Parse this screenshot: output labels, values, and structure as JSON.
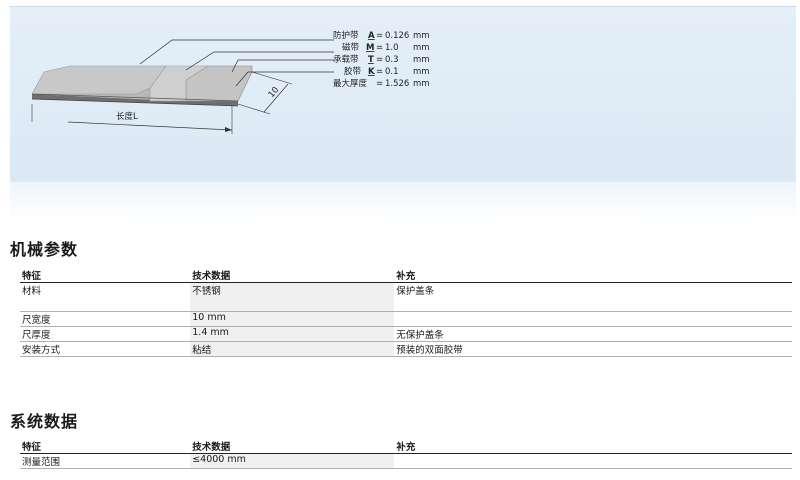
{
  "diagram": {
    "specs": [
      {
        "name": "防护带",
        "key": "A",
        "value": "0.126",
        "unit": "mm"
      },
      {
        "name": "磁带",
        "key": "M",
        "value": "1.0",
        "unit": "mm"
      },
      {
        "name": "承载带",
        "key": "T",
        "value": "0.3",
        "unit": "mm"
      },
      {
        "name": "胶带",
        "key": "K",
        "value": "0.1",
        "unit": "mm"
      },
      {
        "name": "最大厚度",
        "key": "",
        "value": "1.526",
        "unit": "mm"
      }
    ],
    "length_label": "长度L",
    "width_label": "10"
  },
  "mechanical": {
    "title": "机械参数",
    "headers": [
      "特征",
      "技术数据",
      "补充"
    ],
    "rows": [
      [
        "材料",
        "不锈钢",
        "保护盖条"
      ],
      [
        "尺宽度",
        "10 mm",
        ""
      ],
      [
        "尺厚度",
        "1.4 mm",
        "无保护盖条"
      ],
      [
        "安装方式",
        "粘结",
        "预装的双面胶带"
      ]
    ]
  },
  "system": {
    "title": "系统数据",
    "headers": [
      "特征",
      "技术数据",
      "补充"
    ],
    "rows": [
      [
        "测量范围",
        "≤4000 mm",
        ""
      ]
    ]
  }
}
